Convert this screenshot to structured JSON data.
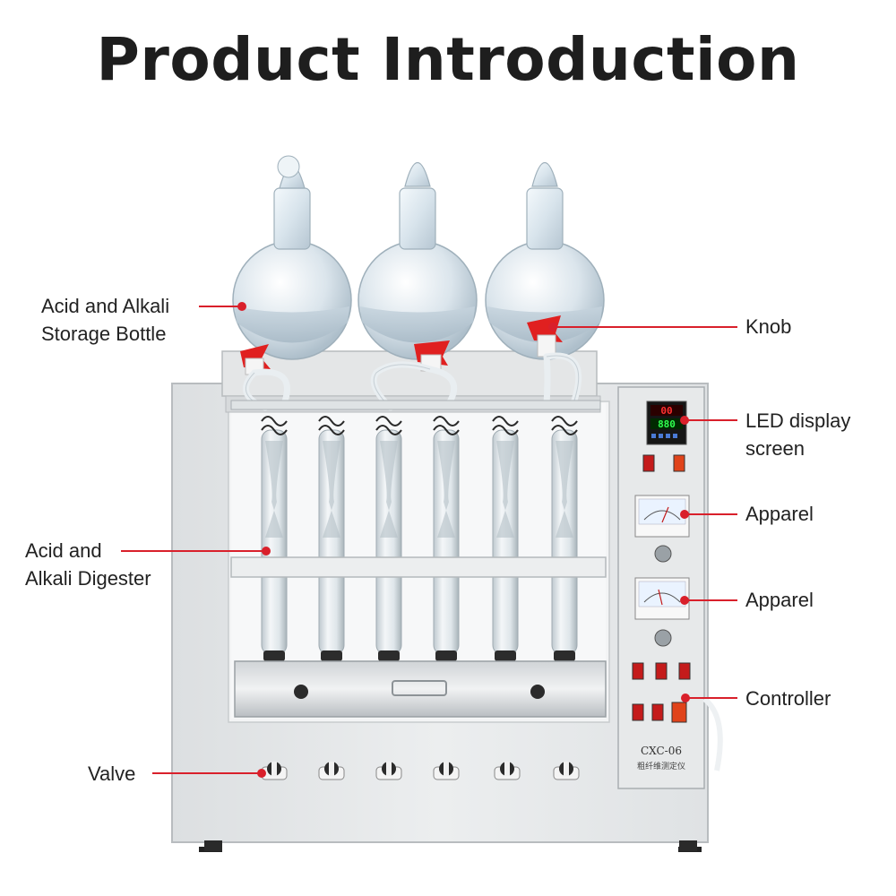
{
  "title": "Product Introduction",
  "callouts": {
    "storage_bottle": [
      "Acid and Alkali",
      "Storage Bottle"
    ],
    "knob": "Knob",
    "led_display": [
      "LED display",
      "screen"
    ],
    "apparel_1": "Apparel",
    "apparel_2": "Apparel",
    "digester": [
      "Acid and",
      "Alkali Digester"
    ],
    "controller": "Controller",
    "valve": "Valve"
  },
  "device": {
    "model": "CXC-06",
    "subtitle": "粗纤维测定仪",
    "led_top": "00",
    "led_bottom": "880"
  },
  "colors": {
    "accent": "#d9202b",
    "cabinet": "#e8eaeb",
    "knob": "#e02020"
  }
}
